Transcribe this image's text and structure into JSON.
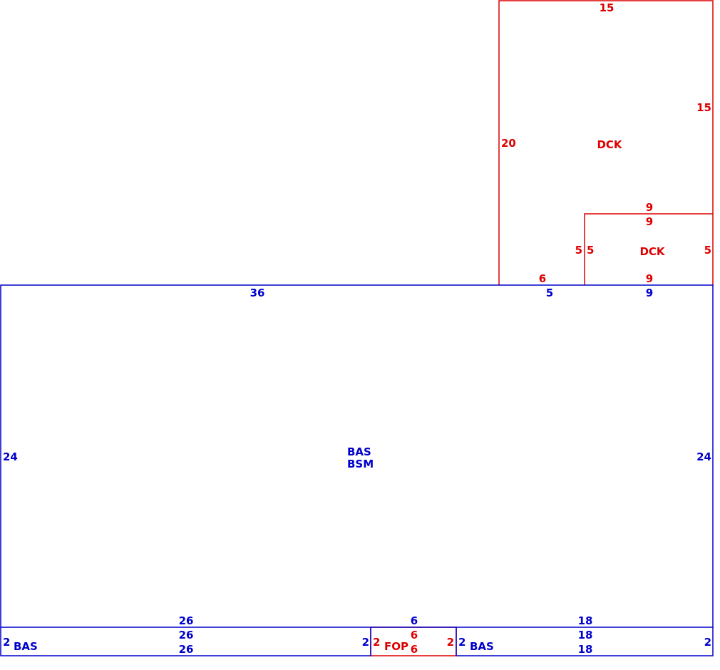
{
  "colors": {
    "bas": "#0000cc",
    "dck": "#dd0000",
    "background": "#ffffff"
  },
  "areas": [
    {
      "id": "bas-bsm",
      "codes": [
        "BAS",
        "BSM"
      ],
      "dims": {
        "top": [
          "36",
          "5",
          "9"
        ],
        "left": "24",
        "right": "24",
        "bottom": [
          "26",
          "6",
          "18"
        ]
      }
    },
    {
      "id": "dck-upper",
      "code": "DCK",
      "dims": {
        "top": "15",
        "left": "20",
        "right": "15",
        "bottom": "9",
        "step_bottom": "6"
      }
    },
    {
      "id": "dck-lower",
      "code": "DCK",
      "dims": {
        "top": "9",
        "left": "5",
        "inner_left": "5",
        "right": "5",
        "bottom": "9"
      }
    },
    {
      "id": "bas-strip-left",
      "code": "BAS",
      "dims": {
        "top": "26",
        "mid": "26",
        "bottom": "26",
        "left": "2",
        "right": "2"
      }
    },
    {
      "id": "fop",
      "code": "FOP",
      "dims": {
        "top": "6",
        "mid": "6",
        "bottom": "6",
        "left": "2",
        "right": "2"
      }
    },
    {
      "id": "bas-strip-right",
      "code": "BAS",
      "dims": {
        "top": "18",
        "mid": "18",
        "bottom": "18",
        "left": "2",
        "right": "2"
      }
    }
  ]
}
